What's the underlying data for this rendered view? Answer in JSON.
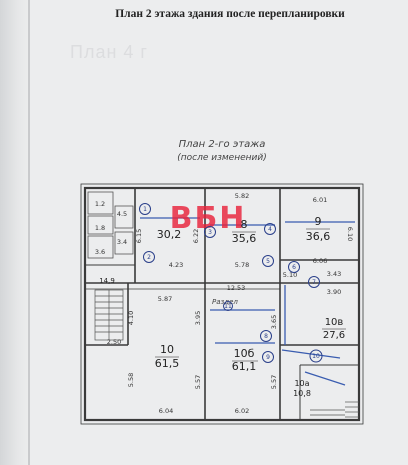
{
  "document": {
    "title": "План 2 этажа здания после перепланировки",
    "ghost_text": "План 4 г",
    "plan_title": "План 2-го этажа",
    "plan_subtitle": "(после изменений)",
    "watermark": "ВБН"
  },
  "rooms": [
    {
      "id": "9",
      "area": "36,6"
    },
    {
      "id": "8",
      "area": "35,6"
    },
    {
      "id": "",
      "area": "30,2"
    },
    {
      "id": "10",
      "area": "61,5"
    },
    {
      "id": "10б",
      "area": "61,1"
    },
    {
      "id": "10в",
      "area": "27,6"
    },
    {
      "id": "10а",
      "area": "10,8"
    },
    {
      "id": "",
      "area": "14,9"
    }
  ],
  "dimensions": {
    "d_6_01": "6.01",
    "d_5_82": "5.82",
    "d_6_10": "6.10",
    "d_6_15": "6.15",
    "d_6_22": "6.22",
    "d_6_06": "6.06",
    "d_5_78": "5.78",
    "d_4_23": "4.23",
    "d_12_53": "12.53",
    "d_5_87": "5.87",
    "d_5_10": "5.10",
    "d_3_43": "3.43",
    "d_3_90": "3.90",
    "d_3_95": "3.95",
    "d_4_10": "4.10",
    "d_5_58": "5.58",
    "d_5_57a": "5.57",
    "d_5_57b": "5.57",
    "d_6_04": "6.04",
    "d_6_02": "6.02",
    "d_2_50": "2.50",
    "d_3_65": "3.65",
    "d_4_5": "4.5",
    "d_3_4": "3.4",
    "d_3_6": "3.6",
    "d_1_8": "1.8",
    "d_1_2": "1.2"
  },
  "markers": [
    "1",
    "2",
    "3",
    "4",
    "5",
    "6",
    "7",
    "8",
    "9",
    "10",
    "11"
  ],
  "annotations": {
    "razdel": "Раздел"
  }
}
